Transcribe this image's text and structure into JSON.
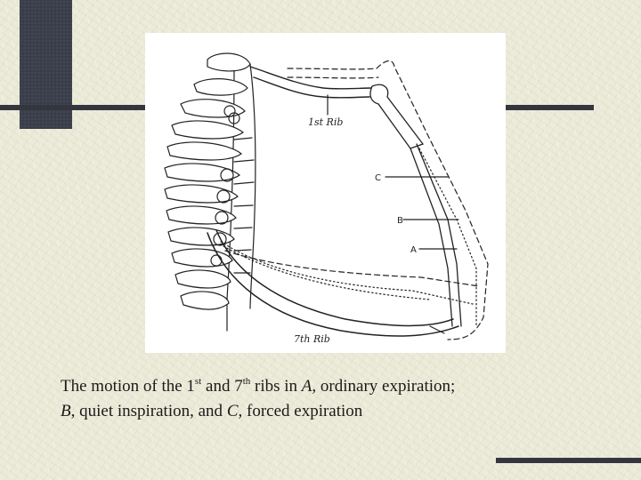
{
  "figure": {
    "labels": {
      "first_rib": "1st Rib",
      "seventh_rib": "7th Rib",
      "c": "C",
      "b": "B",
      "a": "A"
    }
  },
  "caption": {
    "t1": "The motion of the 1",
    "t1_sup": "st",
    "t2": " and 7",
    "t2_sup": "th",
    "t3": " ribs in ",
    "a": "A,",
    "t4": " ordinary expiration;",
    "b": "B",
    "t5": ", quiet inspiration, and ",
    "c": "C,",
    "t6": " forced expiration"
  },
  "colors": {
    "background": "#ecebd9",
    "accent_dark": "#3a3d4a",
    "rule": "#34363f",
    "ink": "#1a1a1a"
  }
}
